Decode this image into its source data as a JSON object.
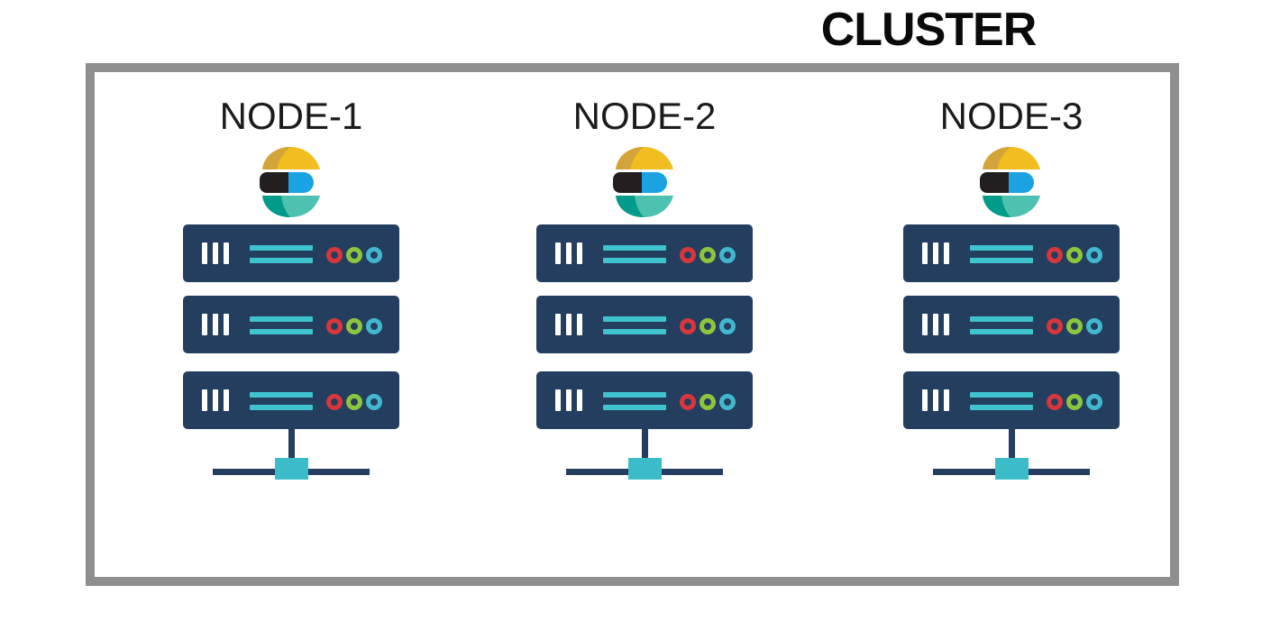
{
  "title": "CLUSTER",
  "nodes": [
    {
      "label": "NODE-1",
      "logo": "elasticsearch-logo-icon",
      "rack_count": 3
    },
    {
      "label": "NODE-2",
      "logo": "elasticsearch-logo-icon",
      "rack_count": 3
    },
    {
      "label": "NODE-3",
      "logo": "elasticsearch-logo-icon",
      "rack_count": 3
    }
  ],
  "icons": {
    "node_logo": "elasticsearch-logo-icon",
    "server": "server-rack-icon",
    "network_switch": "network-switch-icon",
    "leds": [
      "led-red-icon",
      "led-green-icon",
      "led-cyan-icon"
    ]
  },
  "colors": {
    "frame_gray": "#8F8F8F",
    "rack_navy": "#243E5F",
    "vent_cyan": "#3FC3CE",
    "switch_cyan": "#3CBCC8",
    "led_red": "#D8363C",
    "led_green": "#8CC63D",
    "led_cyan": "#41B8CE",
    "logo_yellow": "#F0BE20",
    "logo_gold": "#D2A43A",
    "logo_black": "#231F20",
    "logo_blue": "#1BA2E2",
    "logo_teal_dark": "#019B8A",
    "logo_teal_light": "#4DC2B0",
    "title_black": "#0A0A0A"
  }
}
